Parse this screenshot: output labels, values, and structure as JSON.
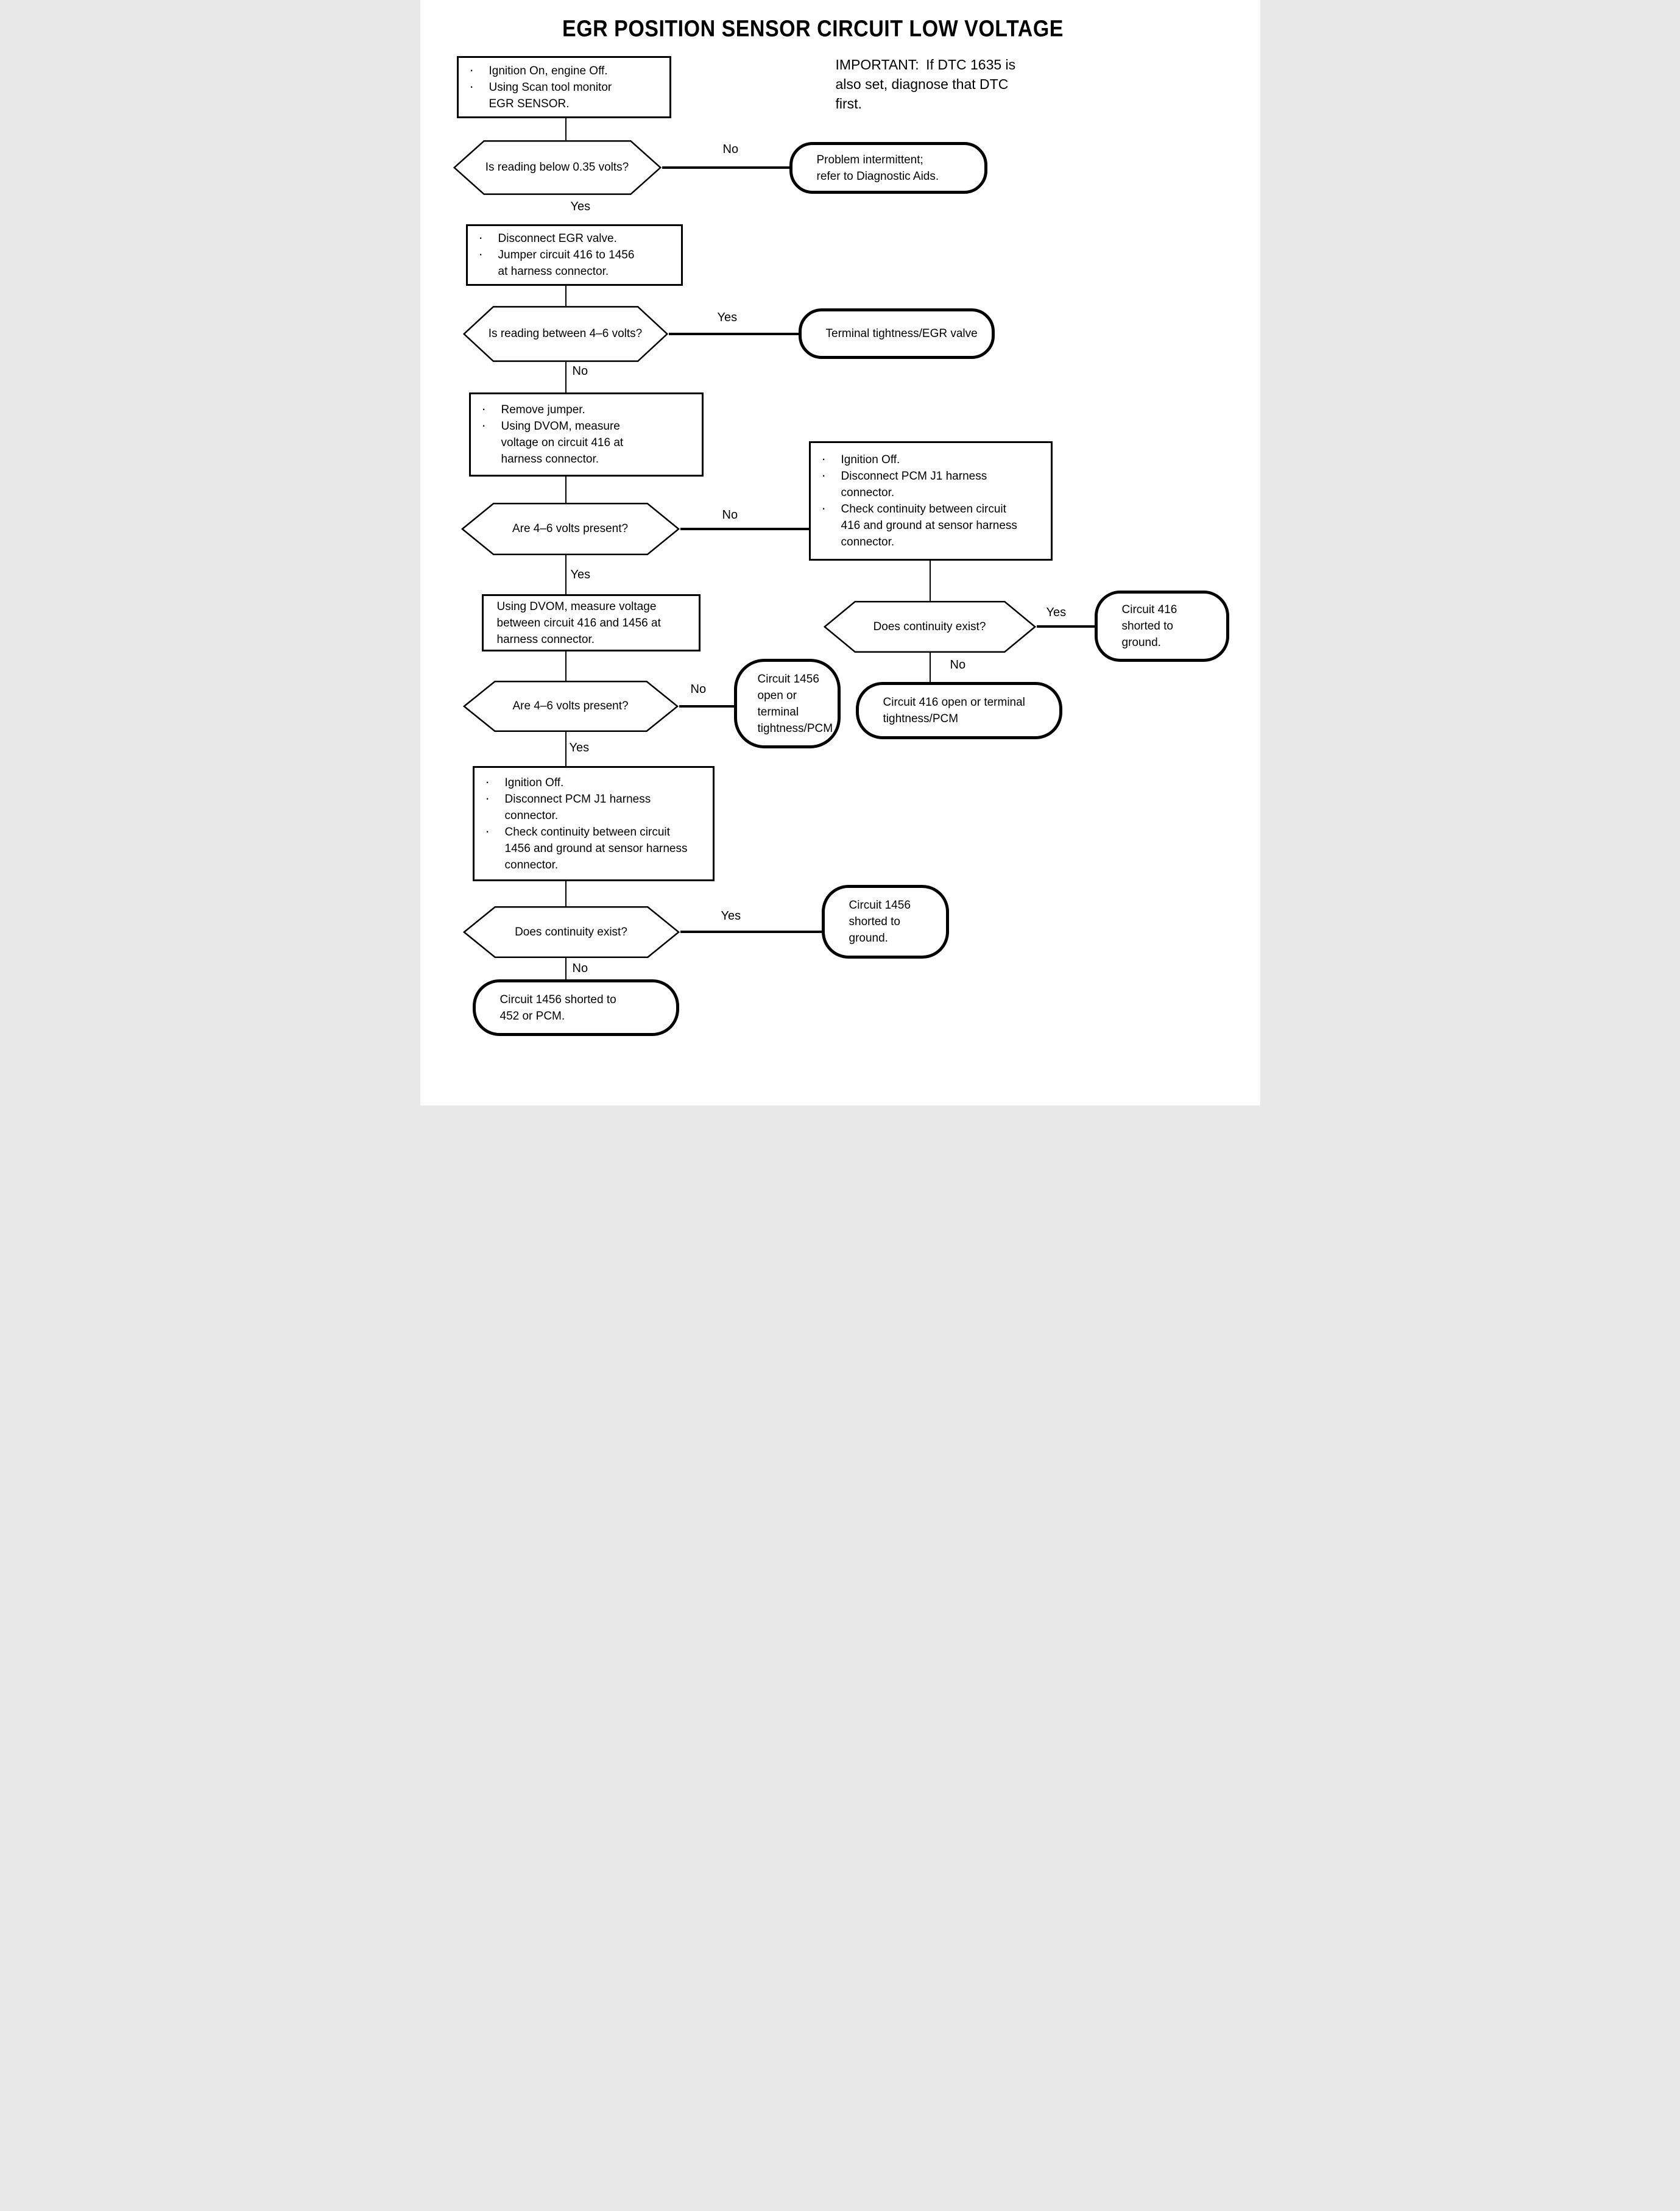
{
  "title": "EGR POSITION SENSOR CIRCUIT LOW VOLTAGE",
  "important_note": "IMPORTANT: If DTC 1635 is\nalso set, diagnose that DTC\nfirst.",
  "labels": {
    "yes": "Yes",
    "no": "No"
  },
  "bullet": "·",
  "nodes": {
    "start": {
      "items": [
        "Ignition On, engine Off.",
        "Using Scan tool monitor\nEGR SENSOR."
      ]
    },
    "reading_below": {
      "text": "Is reading below 0.35 volts?"
    },
    "problem_intermittent": {
      "text": "Problem intermittent;\nrefer to Diagnostic Aids."
    },
    "jumper_circuit": {
      "items": [
        "Disconnect EGR valve.",
        "Jumper circuit 416 to 1456\nat harness connector."
      ]
    },
    "reading_between": {
      "text": "Is reading between 4–6 volts?"
    },
    "terminal_tightness_egr": {
      "text": "Terminal tightness/EGR valve"
    },
    "remove_jumper": {
      "items": [
        "Remove jumper.",
        "Using DVOM, measure\nvoltage on circuit 416 at\nharness connector."
      ]
    },
    "volts_present_1": {
      "text": "Are 4–6 volts present?"
    },
    "check_416_continuity": {
      "items": [
        "Ignition Off.",
        "Disconnect PCM J1 harness\nconnector.",
        "Check continuity between circuit\n416 and ground at sensor harness\nconnector."
      ]
    },
    "measure_416_1456": {
      "text": "Using DVOM, measure voltage\nbetween circuit 416 and 1456 at\nharness connector."
    },
    "continuity_exist_1": {
      "text": "Does continuity exist?"
    },
    "circuit_416_shorted": {
      "text": "Circuit 416\nshorted to\nground."
    },
    "circuit_416_open": {
      "text": "Circuit 416 open or terminal\ntightness/PCM"
    },
    "volts_present_2": {
      "text": "Are 4–6 volts present?"
    },
    "circuit_1456_open": {
      "text": "Circuit 1456\nopen or\nterminal\ntightness/PCM"
    },
    "check_1456_continuity": {
      "items": [
        "Ignition Off.",
        "Disconnect PCM J1 harness\nconnector.",
        "Check continuity between circuit\n1456 and ground at sensor harness\nconnector."
      ]
    },
    "continuity_exist_2": {
      "text": "Does continuity exist?"
    },
    "circuit_1456_shorted_ground": {
      "text": "Circuit 1456\nshorted to\nground."
    },
    "circuit_1456_shorted_452": {
      "text": "Circuit 1456 shorted to\n452 or PCM."
    }
  }
}
